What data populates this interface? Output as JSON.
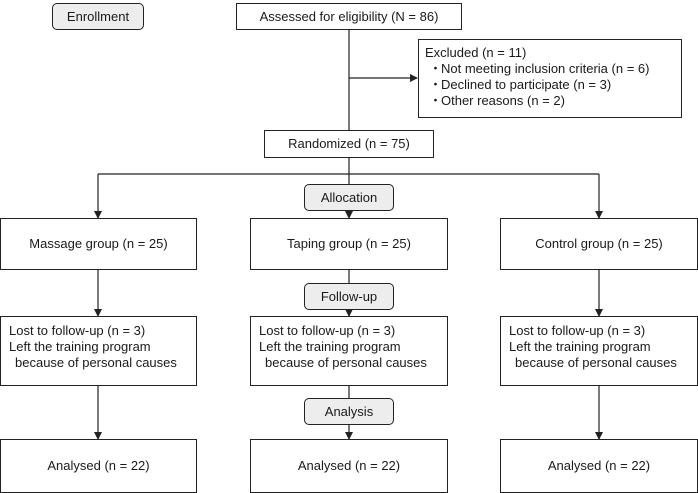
{
  "stages": {
    "enrollment": "Enrollment",
    "allocation": "Allocation",
    "follow_up": "Follow-up",
    "analysis": "Analysis"
  },
  "assessed": "Assessed for eligibility (N = 86)",
  "excluded": {
    "title": "Excluded (n = 11)",
    "bullet_glyph": "・",
    "reasons": [
      "Not meeting inclusion criteria (n = 6)",
      "Declined to participate (n = 3)",
      "Other reasons (n = 2)"
    ]
  },
  "randomized": "Randomized (n = 75)",
  "groups": [
    {
      "name": "Massage group (n = 25)",
      "lost": "Lost to follow-up (n = 3)",
      "left": "Left the training program",
      "left_reason": "because of personal causes",
      "analysed": "Analysed (n = 22)"
    },
    {
      "name": "Taping group (n = 25)",
      "lost": "Lost to follow-up (n = 3)",
      "left": "Left the training program",
      "left_reason": "because of personal causes",
      "analysed": "Analysed (n = 22)"
    },
    {
      "name": "Control group (n = 25)",
      "lost": "Lost to follow-up (n = 3)",
      "left": "Left the training program",
      "left_reason": "because of personal causes",
      "analysed": "Analysed (n = 22)"
    }
  ]
}
